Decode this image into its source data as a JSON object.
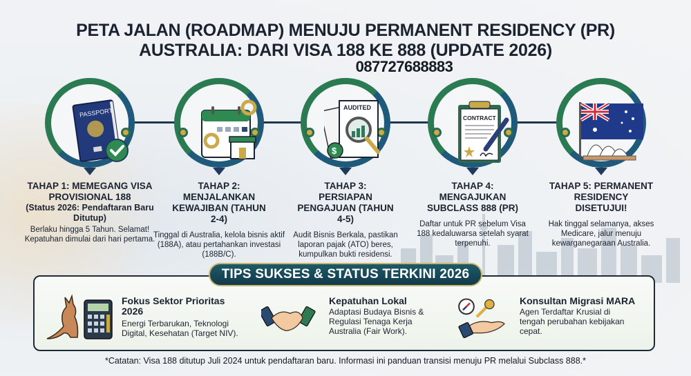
{
  "header": {
    "title_line1": "PETA JALAN (ROADMAP) MENUJU PERMANENT RESIDENCY (PR)",
    "title_line2": "AUSTRALIA: DARI VISA 188 KE 888 (UPDATE 2026)",
    "phone": "087727688883"
  },
  "steps": [
    {
      "icon": "passport-check-icon",
      "icon_label": "PASSPORT",
      "title": "TAHAP 1: MEMEGANG VISA PROVISIONAL 188",
      "subtitle": "(Status 2026: Pendaftaran Baru Ditutup)",
      "description": "Berlaku hingga 5 Tahun. Selamat! Kepatuhan dimulai dari hari pertama."
    },
    {
      "icon": "calendar-business-icon",
      "title": "TAHAP 2: MENJALANKAN KEWAJIBAN (TAHUN 2-4)",
      "subtitle": "",
      "description": "Tinggal di Australia, kelola bisnis aktif (188A), atau pertahankan investasi (188B/C)."
    },
    {
      "icon": "audited-documents-icon",
      "icon_label": "AUDITED",
      "title": "TAHAP 3: PERSIAPAN PENGAJUAN (TAHUN 4-5)",
      "subtitle": "",
      "description": "Audit Bisnis Berkala, pastikan laporan pajak (ATO) beres, kumpulkan bukti residensi."
    },
    {
      "icon": "contract-pen-icon",
      "icon_label": "CONTRACT",
      "title": "TAHAP 4: MENGAJUKAN SUBCLASS 888 (PR)",
      "subtitle": "",
      "description": "Daftar untuk PR sebelum Visa 188 kedaluwarsa setelah syarat terpenuhi."
    },
    {
      "icon": "australia-flag-opera-house-icon",
      "title": "TAHAP 5: PERMANENT RESIDENCY DISETUJUI!",
      "subtitle": "",
      "description": "Hak tinggal selamanya, akses Medicare, jalur menuju kewarganegaraan Australia."
    }
  ],
  "tips": {
    "header": "TIPS SUKSES & STATUS TERKINI 2026",
    "items": [
      {
        "icon": "kangaroo-calculator-icon",
        "title": "Fokus Sektor Prioritas 2026",
        "description": "Energi Terbarukan, Teknologi Digital, Kesehatan (Target NIV)."
      },
      {
        "icon": "handshake-icon",
        "title": "Kepatuhan Lokal",
        "description": "Adaptasi Budaya Bisnis & Regulasi Tenaga Kerja Australia (Fair Work)."
      },
      {
        "icon": "compass-key-hand-icon",
        "title": "Konsultan Migrasi MARA",
        "description": "Agen Terdaftar Krusial di tengah perubahan kebijakan cepat."
      }
    ]
  },
  "footnote": "*Catatan: Visa 188 ditutup Juli 2024 untuk pendaftaran baru. Informasi ini panduan transisi menuju PR melalui Subclass 888.*",
  "colors": {
    "ring_green": "#2a7a52",
    "ring_navy": "#1f3a5c",
    "node_gold": "#c9a94a",
    "tips_header_bg": "#153f52",
    "text_dark": "#1b2330"
  }
}
